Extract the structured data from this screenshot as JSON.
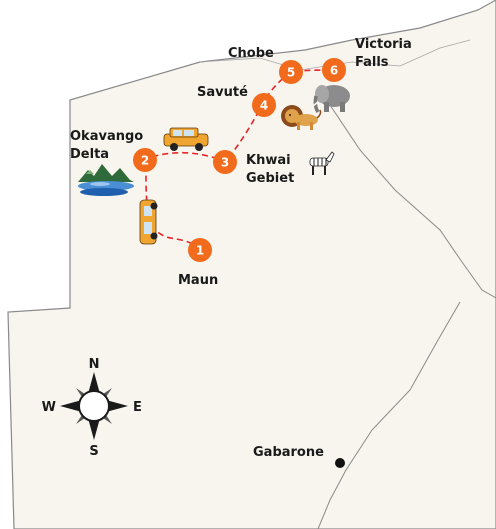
{
  "map": {
    "colors": {
      "land": "#f8f4ee",
      "border": "#8a8a8a",
      "marker": "#f26a1b",
      "route": "#e8262a",
      "text": "#1a1a1a"
    },
    "stops": [
      {
        "number": "1",
        "name": "Maun"
      },
      {
        "number": "2",
        "name_line1": "Okavango",
        "name_line2": "Delta"
      },
      {
        "number": "3",
        "name_line1": "Khwai",
        "name_line2": "Gebiet"
      },
      {
        "number": "4",
        "name": "Savuté"
      },
      {
        "number": "5",
        "name": "Chobe"
      },
      {
        "number": "6",
        "name_line1": "Victoria",
        "name_line2": "Falls"
      }
    ],
    "city": {
      "name": "Gabarone"
    },
    "compass": {
      "n": "N",
      "e": "E",
      "s": "S",
      "w": "W"
    },
    "icons": [
      "suv-icon",
      "car-icon",
      "lion-icon",
      "elephant-icon",
      "zebra-icon",
      "delta-landscape-icon"
    ]
  }
}
